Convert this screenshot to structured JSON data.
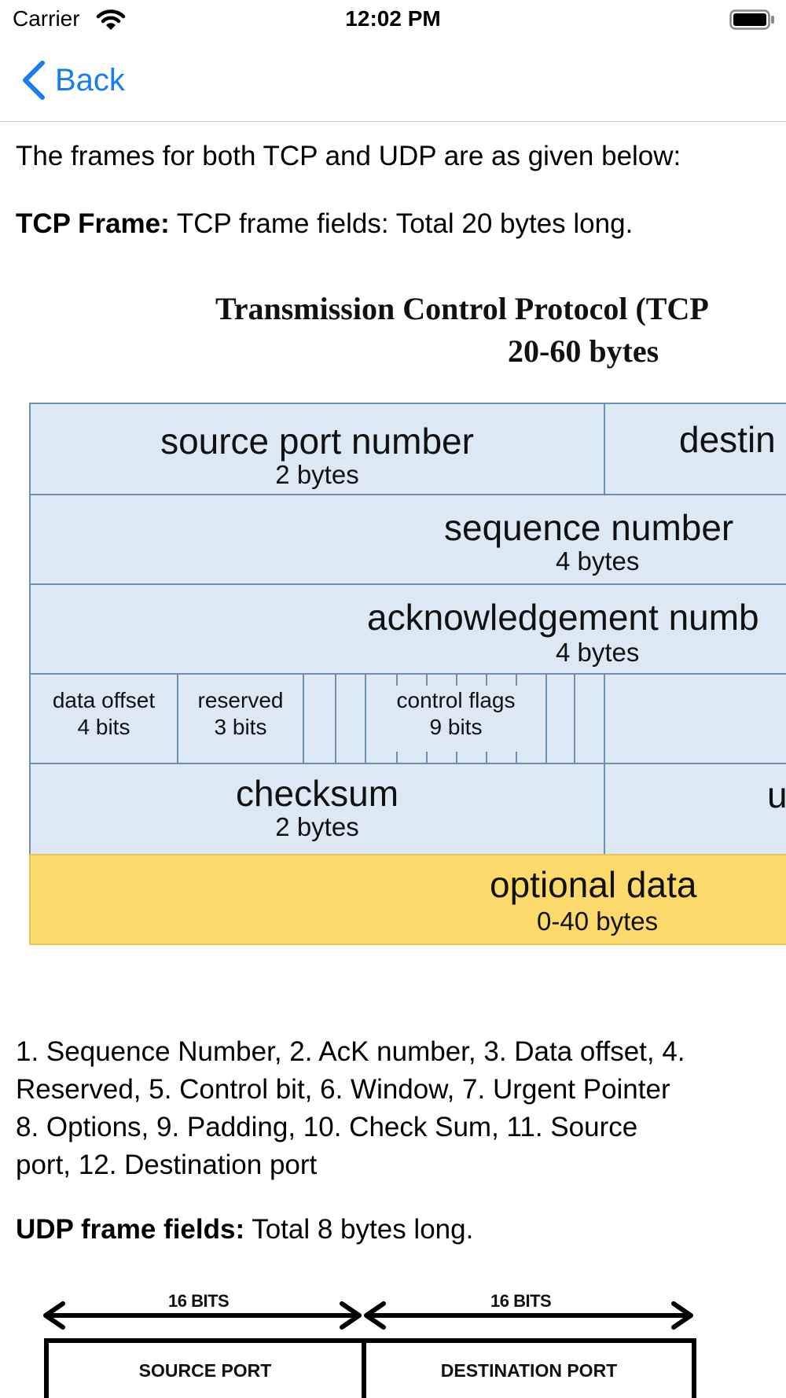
{
  "status_bar": {
    "carrier": "Carrier",
    "time": "12:02 PM"
  },
  "nav": {
    "back_label": "Back"
  },
  "content": {
    "intro": "The frames for both TCP and UDP are as given below:",
    "tcp_heading_bold": "TCP Frame:",
    "tcp_heading_rest": " TCP frame fields: Total 20 bytes long.",
    "field_list_1": "1. Sequence Number, 2. AcK number, 3. Data offset, 4.",
    "field_list_2": "Reserved, 5. Control bit, 6. Window, 7. Urgent Pointer",
    "field_list_3": "8. Options, 9. Padding, 10. Check Sum, 11. Source",
    "field_list_4": "port, 12. Destination port",
    "udp_heading_bold": "UDP frame fields:",
    "udp_heading_rest": " Total 8 bytes long."
  },
  "tcp_figure": {
    "title": "Transmission Control Protocol (TCP",
    "subtitle": "20-60 bytes",
    "source_port": {
      "name": "source port number",
      "size": "2 bytes"
    },
    "destination_port": {
      "name": "destin"
    },
    "sequence": {
      "name": "sequence number",
      "size": "4 bytes"
    },
    "ack": {
      "name": "acknowledgement numb",
      "size": "4 bytes"
    },
    "data_offset": {
      "name": "data offset",
      "size": "4 bits"
    },
    "reserved": {
      "name": "reserved",
      "size": "3 bits"
    },
    "control_flags": {
      "name": "control flags",
      "size": "9 bits"
    },
    "checksum": {
      "name": "checksum",
      "size": "2 bytes"
    },
    "urgent": {
      "name": "u"
    },
    "optional": {
      "name": "optional data",
      "size": "0-40 bytes"
    },
    "colors": {
      "field_fill": "#dde8f5",
      "optional_fill": "#fcd96b",
      "border": "#6f8fb0"
    }
  },
  "udp_figure": {
    "left_bits": "16 BITS",
    "right_bits": "16 BITS",
    "source_port": "SOURCE PORT",
    "destination_port": "DESTINATION PORT"
  }
}
